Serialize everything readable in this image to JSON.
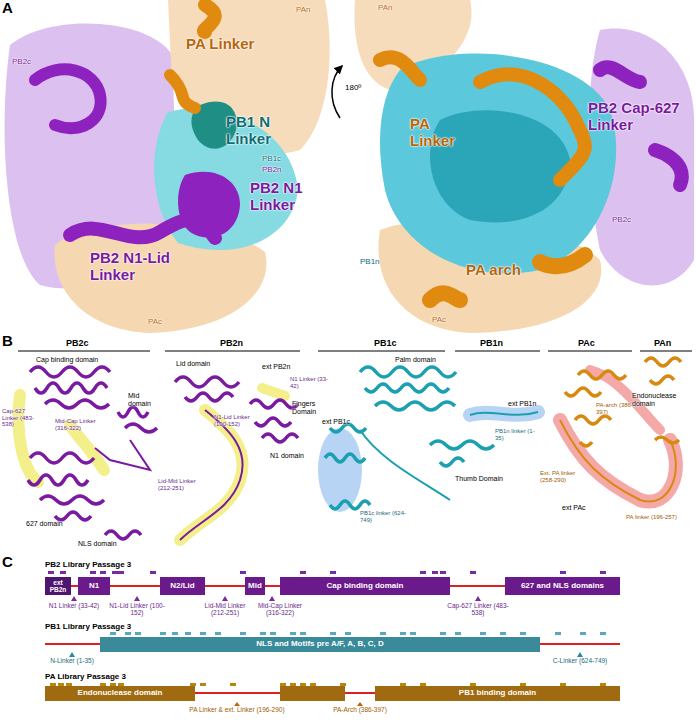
{
  "diagram": {
    "nodes": [
      {
        "text": [
          "ext PB2n"
        ]
      },
      {
        "text": [
          "N1"
        ]
      },
      {
        "text": [
          "N2/Lid"
        ]
      },
      {
        "text": [
          "Mid"
        ]
      },
      {
        "text": [
          "Cap binding domain"
        ]
      },
      {
        "text": [
          "627 and NLS domains"
        ]
      },
      {
        "text": [
          "NLS and Motifs pre A/F, A, B, C, D"
        ]
      },
      {
        "text": [
          "Endonuclease domain"
        ]
      },
      {
        "text": [
          "PB1 binding domain"
        ]
      }
    ],
    "labels": [
      "A",
      "PA Linker",
      "PAn",
      "PB1 N Linker",
      "PB1c",
      "PB2n",
      "PB2 N1 Linker",
      "PB2c",
      "PB2 N1-Lid Linker",
      "PAc",
      "180º",
      "PAn",
      "PA Linker",
      "PB2 Cap-627 Linker",
      "PB2c",
      "PB1n",
      "PA arch",
      "PAc",
      "B",
      "PB2c",
      "PB2n",
      "PB1c",
      "PB1n",
      "PAc",
      "PAn",
      "Cap binding domain",
      "Lid domain",
      "ext PB2n",
      "N1 Linker (33-42)",
      "Fingers Domain",
      "Mid domain",
      "Cap-627 Linker (483-538)",
      "Mid-Cap Linker (316-322)",
      "N1-Lid Linker (100-152)",
      "N1 domain",
      "Lid-Mid Linker (212-251)",
      "627 domain",
      "NLS domain",
      "Palm domain",
      "ext PB1n",
      "PB1n linker (1-35)",
      "ext PB1c",
      "PB1c linker (624-749)",
      "Thumb Domain",
      "Endonuclease domain",
      "PA-arch (386-397)",
      "Ext. PA linker (258-290)",
      "PA linker (196-257)",
      "ext PAc",
      "C",
      "PB2 Library Passage 3",
      "N1 Linker (33-42)",
      "N1-Lid Linker (100-152)",
      "Lid-Mid Linker (212-251)",
      "Mid-Cap Linker (316-322)",
      "Cap-627 Linker (483-538)",
      "PB1 Library Passage 3",
      "N-Linker (1-35)",
      "C-Linker (624-749)",
      "PA Library Passage 3",
      "PA Linker & ext. Linker (196-290)",
      "PA-Arch (386-397)"
    ]
  }
}
